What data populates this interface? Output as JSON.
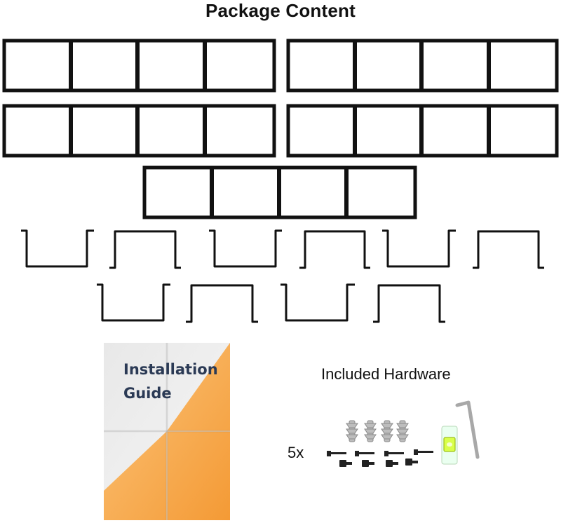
{
  "title": "Package Content",
  "guide": {
    "line1": "Installation",
    "line2": "Guide"
  },
  "hardware": {
    "label": "Included Hardware",
    "quantity": "5x"
  },
  "colors": {
    "frame": "#111111",
    "guide_orange": "#f7a54a",
    "guide_text": "#2b3a55",
    "level_green": "#d9ff4a"
  }
}
